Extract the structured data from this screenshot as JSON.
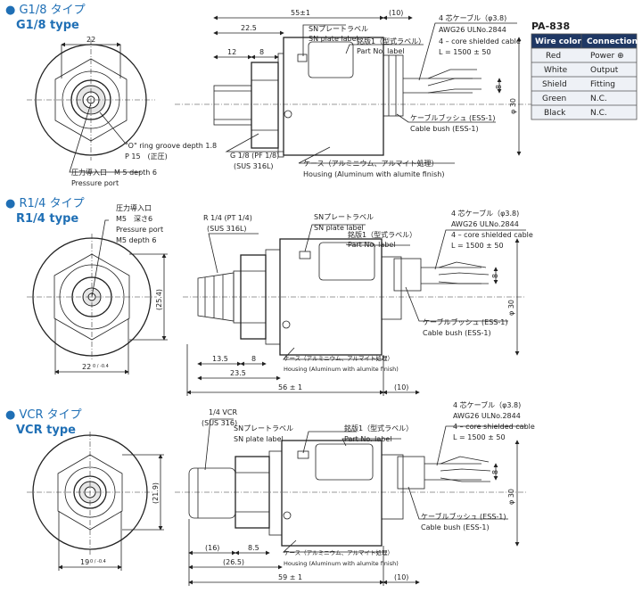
{
  "sections": [
    {
      "title_jp": "● G1/8 タイプ",
      "title_en": "G1/8 type"
    },
    {
      "title_jp": "● R1/4 タイプ",
      "title_en": "R1/4 type"
    },
    {
      "title_jp": "● VCR タイプ",
      "title_en": "VCR type"
    }
  ],
  "g18": {
    "dim_22": "22",
    "oring_1": "\"O\" ring groove depth 1.8",
    "oring_2": "P 15　(正圧)",
    "port_jp": "圧力導入口　M 5 depth 6",
    "port_en": "Pressure port",
    "dim_55": "55±1",
    "dim_225": "22.5",
    "dim_12": "12",
    "dim_8": "8",
    "dim_10": "(10)",
    "sn_jp": "SNプレートラベル",
    "sn_en": "SN plate label",
    "part_jp": "銘版1（型式ラベル）",
    "part_en": "Part No. label",
    "cable_jp": "4 芯ケーブル（φ3.8)",
    "cable_awg": "AWG26 ULNo.2844",
    "cable_en": "4 – core shielded cable",
    "cable_l": "L = 1500 ± 50",
    "dim_8v": "8",
    "dim_phi30": "φ 30",
    "bush_jp": "ケーブルブッシュ (ESS-1)",
    "bush_en": "Cable bush (ESS-1)",
    "thread_1": "G 1/8 (PF 1/8)",
    "thread_2": "(SUS 316L)",
    "case_jp": "ケース（アルミニウム、アルマイト処理）",
    "case_en": "Housing (Aluminum with alumite finish)"
  },
  "r14": {
    "port_jp": "圧力導入口",
    "port_1": "M5　深さ6",
    "port_en": "Pressure port",
    "port_2": "M5 depth 6",
    "dim_254": "(25.4)",
    "dim_22": "22",
    "dim_22_tol": "0 / -0.4",
    "thread_1": "R 1/4 (PT 1/4)",
    "thread_2": "(SUS 316L)",
    "sn_jp": "SNプレートラベル",
    "sn_en": "SN plate label",
    "part_jp": "銘版1（型式ラベル）",
    "part_en": "Part No. label",
    "cable_jp": "4 芯ケーブル（φ3.8)",
    "cable_awg": "AWG26 ULNo.2844",
    "cable_en": "4 – core shielded cable",
    "cable_l": "L = 1500 ± 50",
    "dim_8v": "8",
    "dim_phi30": "φ 30",
    "bush_jp": "ケーブルブッシュ (ESS-1)",
    "bush_en": "Cable bush (ESS-1)",
    "case_jp": "ケース（アルミニウム、アルマイト処理）",
    "case_en": "Housing (Aluminum with alumite finish)",
    "dim_135": "13.5",
    "dim_8": "8",
    "dim_235": "23.5",
    "dim_56": "56 ± 1",
    "dim_10": "(10)"
  },
  "vcr": {
    "dim_219": "(21.9)",
    "dim_19": "19",
    "dim_19_tol": "0 / -0.4",
    "thread_1": "1/4 VCR",
    "thread_2": "(SUS 316)",
    "sn_jp": "SNプレートラベル",
    "sn_en": "SN plate label",
    "part_jp": "銘版1（型式ラベル）",
    "part_en": "Part No. label",
    "cable_jp": "4 芯ケーブル（φ3.8)",
    "cable_awg": "AWG26 ULNo.2844",
    "cable_en": "4 – core shielded cable",
    "cable_l": "L = 1500 ± 50",
    "dim_8v": "8",
    "dim_phi30": "φ 30",
    "bush_jp": "ケーブルブッシュ (ESS-1)",
    "bush_en": "Cable bush (ESS-1)",
    "case_jp": "ケース（アルミニウム、アルマイト処理）",
    "case_en": "Housing (Aluminum with alumite finish)",
    "dim_16": "(16)",
    "dim_85": "8.5",
    "dim_265": "(26.5)",
    "dim_59": "59 ± 1",
    "dim_10": "(10)"
  },
  "table": {
    "title": "PA-838",
    "headers": [
      "Wire color",
      "Connection"
    ],
    "rows": [
      [
        "Red",
        "Power ⊕"
      ],
      [
        "White",
        "Output"
      ],
      [
        "Shield",
        "Fitting"
      ],
      [
        "Green",
        "N.C."
      ],
      [
        "Black",
        "N.C."
      ]
    ],
    "header_color": "#1f3864"
  }
}
